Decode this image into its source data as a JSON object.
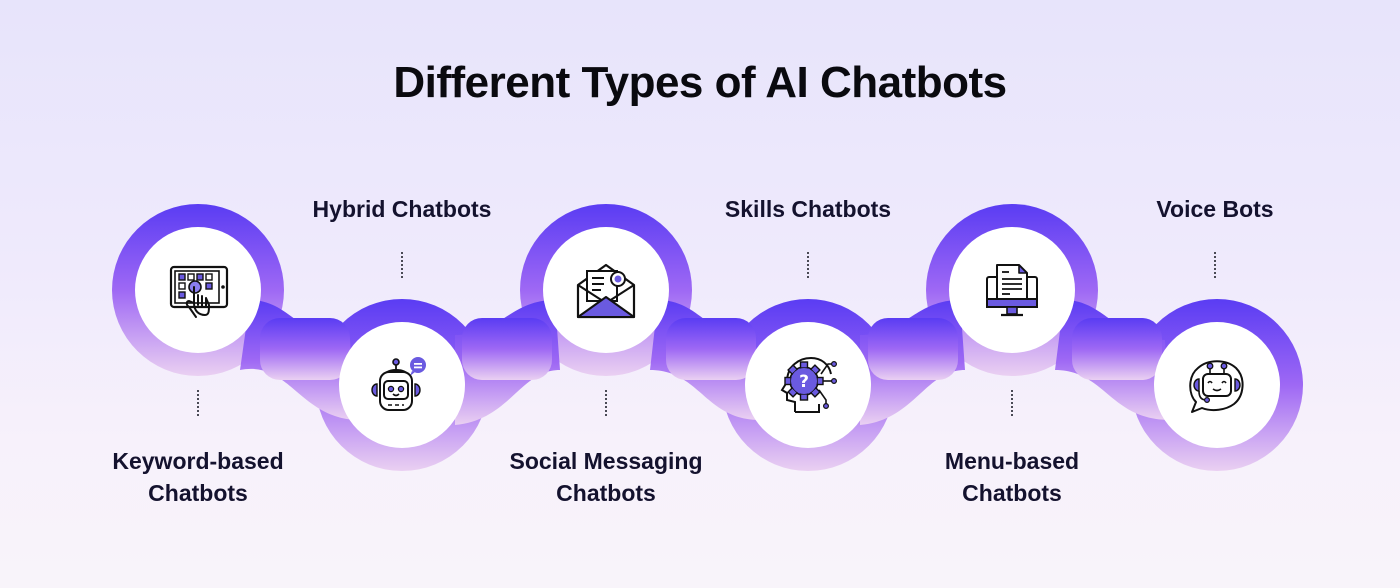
{
  "title": "Different Types of AI Chatbots",
  "colors": {
    "ring_top": "#5a3cf3",
    "ring_mid": "#a66cf3",
    "ring_bottom": "#e3bdf0",
    "icon_accent": "#6a5ae0",
    "text": "#14122e"
  },
  "nodes": [
    {
      "id": "keyword",
      "label_line1": "Keyword-based",
      "label_line2": "Chatbots",
      "position": "top-circle / label-below",
      "icon": "tablet-touch-icon"
    },
    {
      "id": "hybrid",
      "label_line1": "Hybrid Chatbots",
      "label_line2": "",
      "position": "bottom-circle / label-above",
      "icon": "robot-chat-bubble-icon"
    },
    {
      "id": "social",
      "label_line1": "Social Messaging",
      "label_line2": "Chatbots",
      "position": "top-circle / label-below",
      "icon": "envelope-letter-icon"
    },
    {
      "id": "skills",
      "label_line1": "Skills Chatbots",
      "label_line2": "",
      "position": "bottom-circle / label-above",
      "icon": "head-gear-question-icon"
    },
    {
      "id": "menu",
      "label_line1": "Menu-based",
      "label_line2": "Chatbots",
      "position": "top-circle / label-below",
      "icon": "monitor-document-icon"
    },
    {
      "id": "voice",
      "label_line1": "Voice Bots",
      "label_line2": "",
      "position": "bottom-circle / label-above",
      "icon": "robot-headset-speech-icon"
    }
  ]
}
